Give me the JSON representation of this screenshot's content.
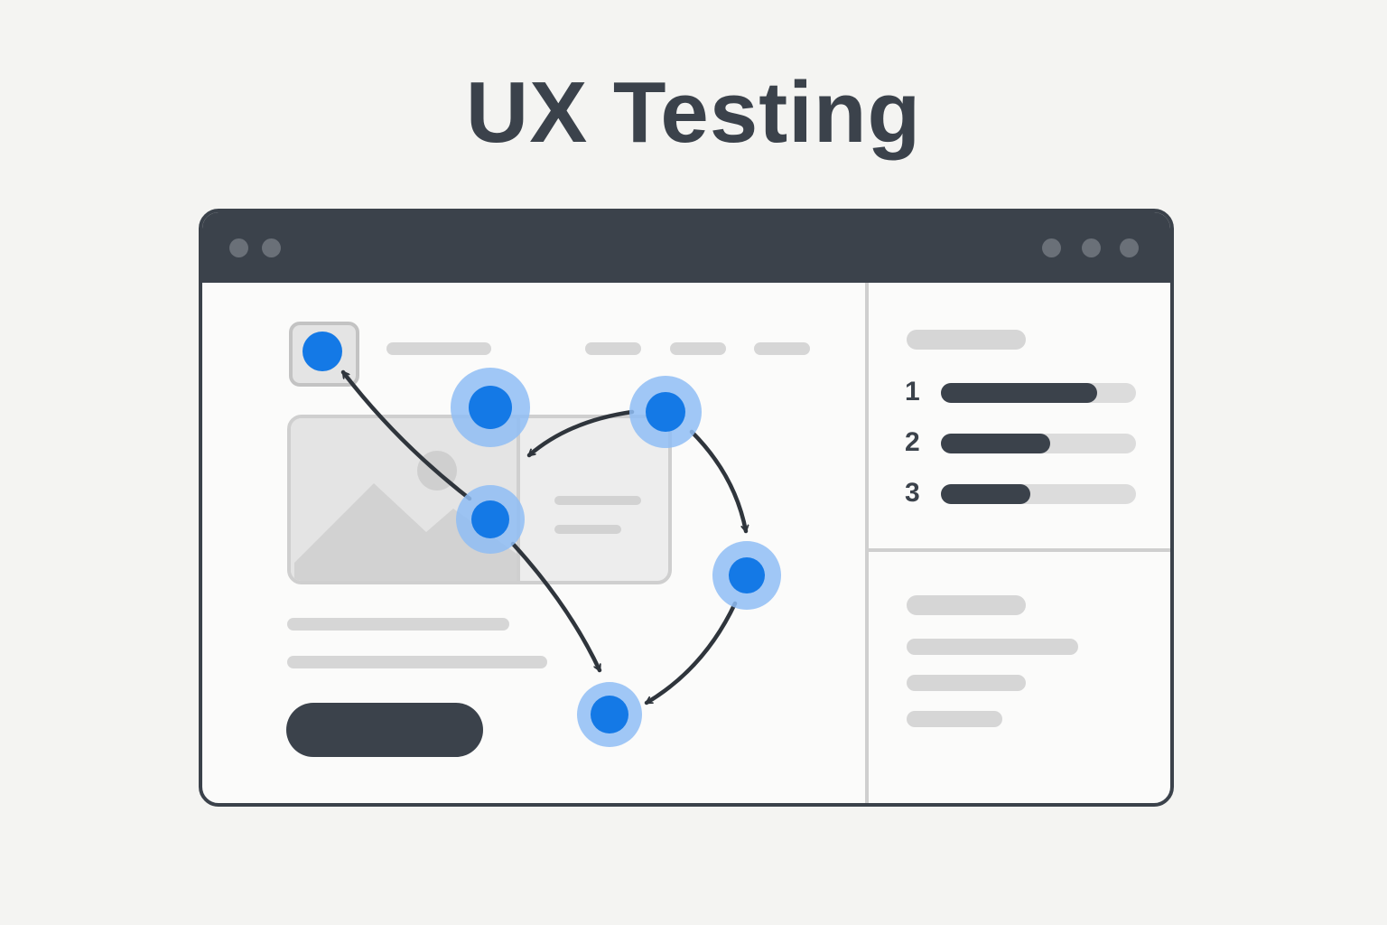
{
  "title": "UX Testing",
  "colors": {
    "background": "#f4f4f2",
    "dark": "#3b424b",
    "placeholder_gray": "#d6d6d6",
    "click_blue": "#1479e6",
    "click_halo": "#8fbdf5"
  },
  "window": {
    "left_controls": [
      "dot",
      "dot"
    ],
    "right_controls": [
      "dot",
      "dot",
      "dot"
    ]
  },
  "ranking": {
    "items": [
      {
        "label": "1",
        "fill": 0.8
      },
      {
        "label": "2",
        "fill": 0.56
      },
      {
        "label": "3",
        "fill": 0.46
      }
    ]
  },
  "click_path": {
    "points": [
      "logo",
      "card-image",
      "hero-top",
      "card-right",
      "side-right",
      "bottom"
    ],
    "arrows": [
      {
        "from": "card-image",
        "to": "logo"
      },
      {
        "from": "card-right",
        "to": "hero-top"
      },
      {
        "from": "card-right",
        "to": "side-right"
      },
      {
        "from": "card-image",
        "to": "bottom"
      },
      {
        "from": "side-right",
        "to": "bottom"
      }
    ],
    "icons": [
      "click-point-icon",
      "arrow-icon"
    ]
  }
}
